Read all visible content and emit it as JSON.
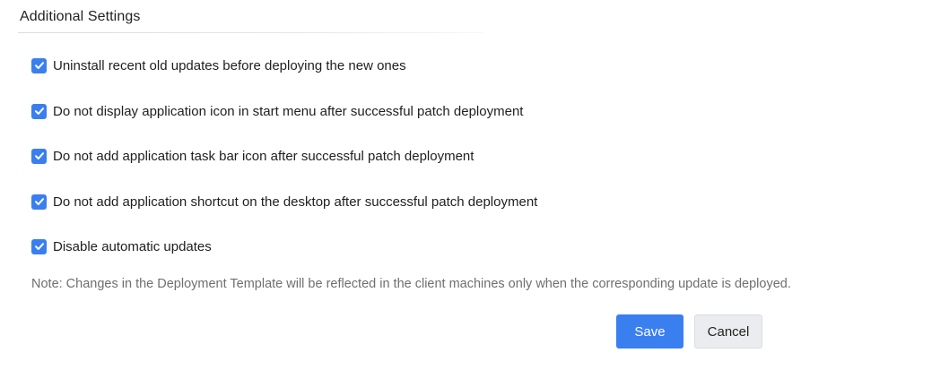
{
  "section": {
    "title": "Additional Settings"
  },
  "options": [
    {
      "label": "Uninstall recent old updates before deploying the new ones",
      "checked": true
    },
    {
      "label": "Do not display application icon in start menu after successful patch deployment",
      "checked": true
    },
    {
      "label": "Do not add application task bar icon after successful patch deployment",
      "checked": true
    },
    {
      "label": "Do not add application shortcut on the desktop after successful patch deployment",
      "checked": true
    },
    {
      "label": "Disable automatic updates",
      "checked": true
    }
  ],
  "note": "Note: Changes in the Deployment Template will be reflected in the client machines only when the corresponding update is deployed.",
  "actions": {
    "save_label": "Save",
    "cancel_label": "Cancel"
  },
  "colors": {
    "accent": "#3a7ff0",
    "cancel_bg": "#ebecef",
    "note_text": "#6f6f6f"
  },
  "icons": {
    "checkbox": "checkmark-icon"
  }
}
